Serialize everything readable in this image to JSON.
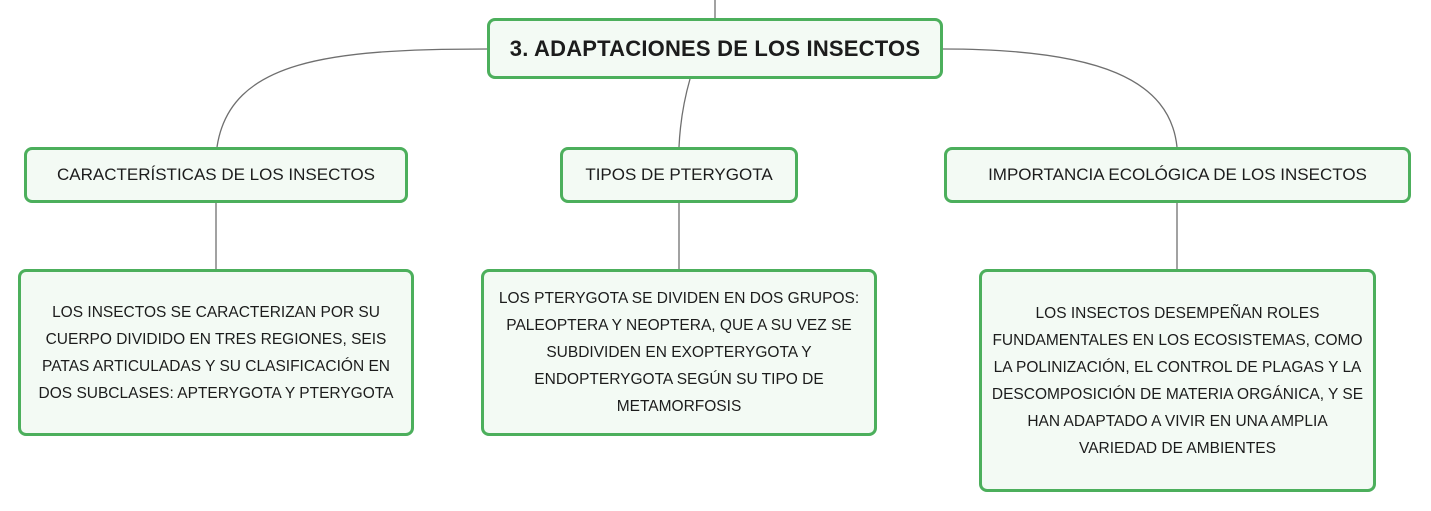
{
  "main": {
    "title": "3. ADAPTACIONES DE LOS INSECTOS"
  },
  "branches": [
    {
      "label": "CARACTERÍSTICAS DE LOS INSECTOS",
      "detail": "LOS INSECTOS SE CARACTERIZAN POR SU CUERPO DIVIDIDO EN TRES REGIONES, SEIS PATAS ARTICULADAS Y SU CLASIFICACIÓN EN DOS SUBCLASES: APTERYGOTA Y PTERYGOTA"
    },
    {
      "label": "TIPOS DE PTERYGOTA",
      "detail": "LOS PTERYGOTA SE DIVIDEN EN DOS GRUPOS: PALEOPTERA Y NEOPTERA, QUE A SU VEZ SE SUBDIVIDEN EN EXOPTERYGOTA Y ENDOPTERYGOTA SEGÚN SU TIPO DE METAMORFOSIS"
    },
    {
      "label": "IMPORTANCIA ECOLÓGICA DE LOS INSECTOS",
      "detail": "LOS INSECTOS DESEMPEÑAN ROLES FUNDAMENTALES EN LOS ECOSISTEMAS, COMO LA POLINIZACIÓN, EL CONTROL DE PLAGAS Y LA DESCOMPOSICIÓN DE MATERIA ORGÁNICA, Y SE HAN ADAPTADO A VIVIR EN UNA AMPLIA VARIEDAD DE AMBIENTES"
    }
  ],
  "colors": {
    "node_border": "#4caf5c",
    "node_fill": "#f3faf4",
    "connector": "#6f6f6f"
  }
}
